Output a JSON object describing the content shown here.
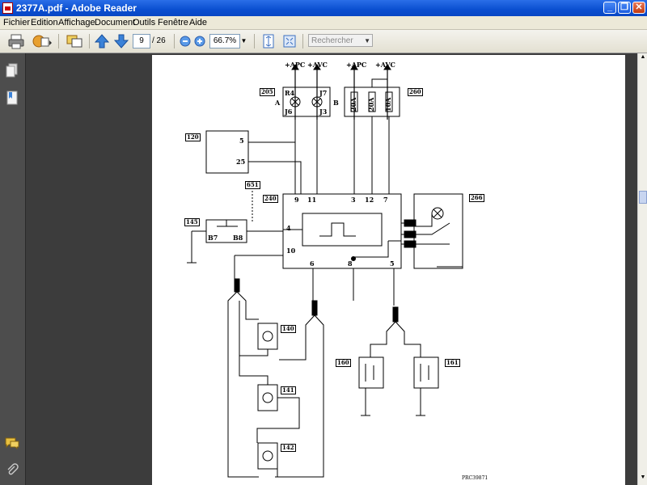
{
  "window": {
    "title": "2377A.pdf - Adobe Reader"
  },
  "menu": [
    "Fichier",
    "Edition",
    "Affichage",
    "Document",
    "Outils",
    "Fenêtre",
    "Aide"
  ],
  "toolbar": {
    "page_current": "9",
    "page_total": "/ 26",
    "zoom": "66.7%",
    "search_placeholder": "Rechercher"
  },
  "diagram": {
    "supply_labels": [
      "+APC",
      "+AVC",
      "+APC",
      "+AVC"
    ],
    "components": [
      "205",
      "260",
      "120",
      "651",
      "240",
      "145",
      "266",
      "140",
      "141",
      "142",
      "160",
      "161"
    ],
    "relay_205": {
      "left_a": "A",
      "right_b": "B",
      "r4": "R4",
      "j7": "J7",
      "j6": "J6",
      "j3": "J3"
    },
    "fuses": [
      "20A",
      "20A",
      "10A"
    ],
    "pins_120": [
      "5",
      "25"
    ],
    "pins_240": [
      "9",
      "11",
      "3",
      "12",
      "7",
      "4",
      "10",
      "6",
      "8",
      "5"
    ],
    "pins_145": [
      "B7",
      "B8"
    ],
    "ref": "PRC39871"
  }
}
